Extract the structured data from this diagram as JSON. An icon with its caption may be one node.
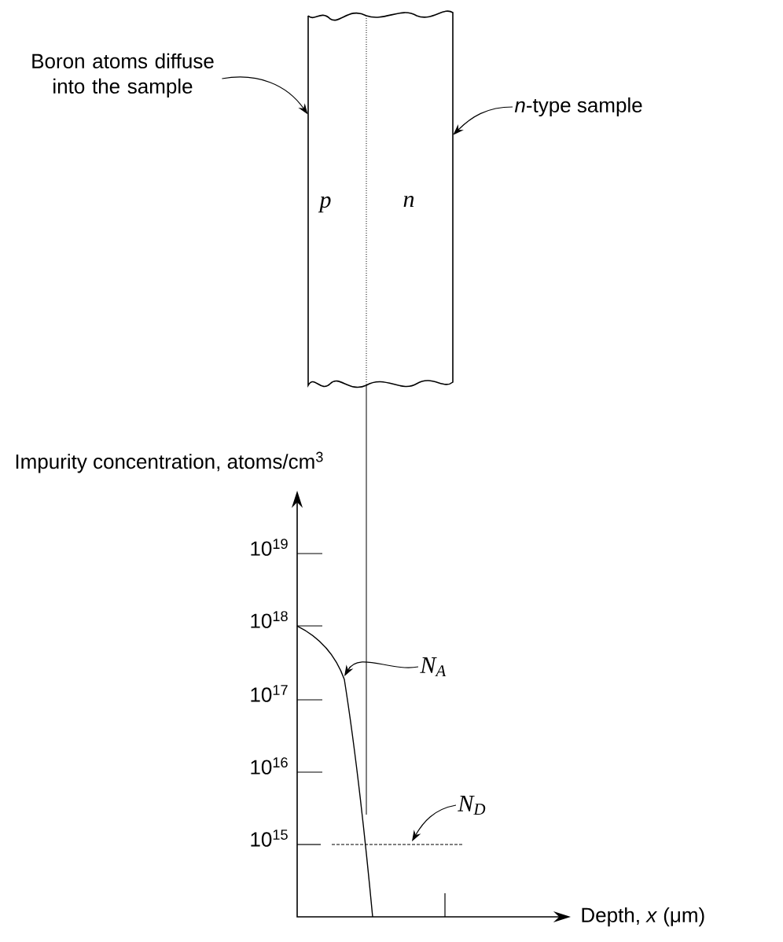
{
  "diagram": {
    "nodes": [
      {
        "text": [
          "Boron atoms diffuse into the sample"
        ]
      },
      {
        "text": [
          "*n*-type sample"
        ]
      },
      {
        "text": [
          "p",
          "n"
        ]
      },
      {
        "text": [
          "N$_{A}$"
        ]
      },
      {
        "text": [
          "N$_{D}$"
        ]
      }
    ],
    "edges": [
      {
        "from": 0,
        "to": 2,
        "arrow": "to"
      },
      {
        "from": 1,
        "to": 2,
        "arrow": "to"
      },
      {
        "from": 3,
        "to": null,
        "arrow": "to"
      },
      {
        "from": 4,
        "to": null,
        "arrow": "to"
      }
    ],
    "labels": [
      "Impurity concentration, atoms/cm$^{3}$",
      "10$^{19}$",
      "10$^{18}$",
      "10$^{17}$",
      "10$^{16}$",
      "10$^{15}$",
      "Depth, *x* (μm)"
    ]
  }
}
